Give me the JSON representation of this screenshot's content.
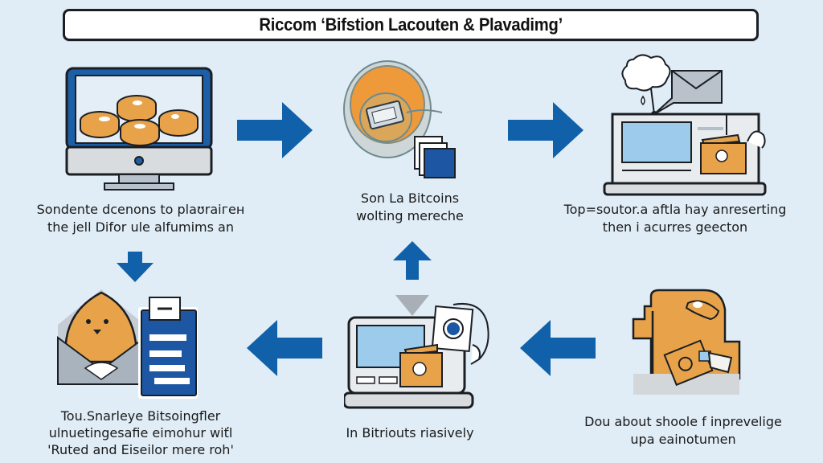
{
  "title": "Riccom ‘Bifstion Lacouten & Plavadimg’",
  "colors": {
    "background": "#e0edf6",
    "arrow_blue": "#1160aa",
    "coin_orange": "#e8a24a",
    "screen_blue": "#9ccbec",
    "frame_blue": "#1d5fa6",
    "outline": "#1b1f24",
    "device_gray": "#d9dcdf"
  },
  "steps": [
    {
      "id": "step-1",
      "icon": "monitor-with-coins-icon",
      "caption_lines": [
        "Sondente dcenons to plaʊraiген",
        "the jell Difor ule alfumims an"
      ]
    },
    {
      "id": "step-2",
      "icon": "orange-lens-with-chip-and-documents-icon",
      "caption_lines": [
        "Son La Bitcoins",
        "wolting mereche"
      ]
    },
    {
      "id": "step-3",
      "icon": "laptop-with-cloud-mail-and-wallet-icon",
      "caption_lines": [
        "Top=soutor.a aftla hay anreserting",
        "then i acurres geecton"
      ]
    },
    {
      "id": "step-4",
      "icon": "envelope-character-and-form-icon",
      "caption_lines": [
        "Tou.Snarleye Bitsoingfler",
        "ulnuetingesafie eimohur wiťl",
        "'Ruted and Eiseilor mere roh'"
      ]
    },
    {
      "id": "step-5",
      "icon": "laptop-with-wallet-and-camera-icon",
      "caption_lines": [
        "In Bitriouts riasively"
      ]
    },
    {
      "id": "step-6",
      "icon": "orange-safe-with-hand-icon",
      "caption_lines": [
        "Dou about shoole f inprevelige",
        "upa eainotumen"
      ]
    }
  ],
  "arrows": [
    {
      "id": "arrow-1-to-2",
      "direction": "right"
    },
    {
      "id": "arrow-2-to-3",
      "direction": "right"
    },
    {
      "id": "arrow-1-to-4",
      "direction": "down"
    },
    {
      "id": "arrow-5-to-4",
      "direction": "left"
    },
    {
      "id": "arrow-6-to-5",
      "direction": "left"
    },
    {
      "id": "arrow-5-to-2",
      "direction": "up"
    }
  ]
}
